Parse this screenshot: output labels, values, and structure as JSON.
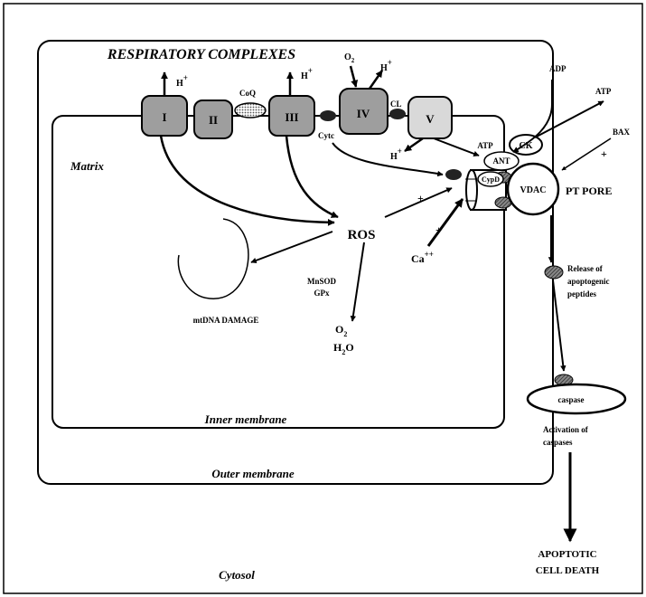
{
  "title": "RESPIRATORY COMPLEXES",
  "compartments": {
    "matrix": "Matrix",
    "inner_membrane": "Inner membrane",
    "outer_membrane": "Outer membrane",
    "cytosol": "Cytosol"
  },
  "complexes": {
    "c1": "I",
    "c2": "II",
    "coq": "CoQ",
    "c3": "III",
    "c4": "IV",
    "cl": "CL",
    "c5": "V",
    "cytc": "Cytc"
  },
  "protons": {
    "h": "H",
    "plus": "+"
  },
  "oxygen": {
    "o": "O",
    "sub": "2"
  },
  "pore": {
    "adp": "ADP",
    "atp_in": "ATP",
    "atp_out": "ATP",
    "ck": "CK",
    "ant": "ANT",
    "cypd": "CypD",
    "vdac": "VDAC",
    "label": "PT PORE",
    "bax": "BAX",
    "bax_plus": "+"
  },
  "ros": {
    "label": "ROS",
    "plus": "+",
    "mnsod": "MnSOD",
    "gpx": "GPx",
    "o2_o": "O",
    "o2_sub": "2",
    "h2o_h": "H",
    "h2o_sub": "2",
    "h2o_o": "O"
  },
  "calcium": {
    "label": "Ca",
    "charge": "++",
    "plus": "+"
  },
  "mtdna": "mtDNA DAMAGE",
  "release": {
    "line1": "Release of",
    "line2": "apoptogenic",
    "line3": "peptides"
  },
  "caspase": {
    "label": "caspase",
    "activation1": "Activation of",
    "activation2": "caspases"
  },
  "outcome": {
    "line1": "APOPTOTIC",
    "line2": "CELL DEATH"
  }
}
